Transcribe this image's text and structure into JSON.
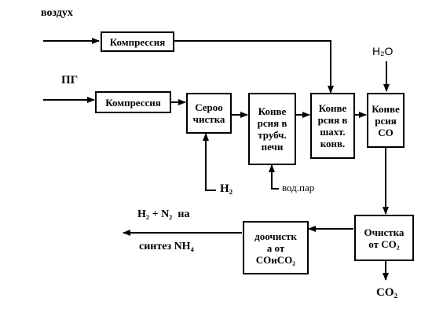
{
  "diagram": {
    "inputs": {
      "air": "воздух",
      "natural_gas": "ПГ",
      "water": "H₂O",
      "hydrogen": "H₂",
      "steam": "вод.пар"
    },
    "outputs": {
      "product_line1": "H₂ + N₂  на",
      "product_line2": "синтез NH₄",
      "co2": "CO₂"
    },
    "boxes": {
      "compression_air": "Компрессия",
      "compression_gas": "Компрессия",
      "desulfurization": "Сероо\nчистка",
      "tube_conversion": "Конве\nрсия в\nтрубч.\nпечи",
      "shaft_conversion": "Конве\nрсия в\nшахт.\nконв.",
      "co_conversion": "Конве\nрсия\nCO",
      "co2_cleaning": "Очистка\nот CO₂",
      "fine_cleaning": "доочистк\nа от\nCOиCO₂"
    }
  }
}
